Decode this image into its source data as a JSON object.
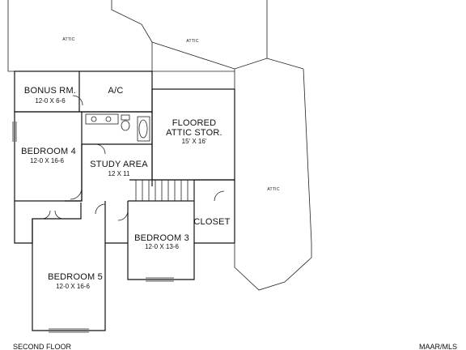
{
  "floor_label": "SECOND FLOOR",
  "watermark": "MAAR/MLS",
  "attic_labels": [
    "ATTIC",
    "ATTIC",
    "ATTIC"
  ],
  "rooms": {
    "bonus": {
      "name": "BONUS RM.",
      "dims": "12-0 X 6-6"
    },
    "ac": {
      "name": "A/C"
    },
    "bedroom4": {
      "name": "BEDROOM 4",
      "dims": "12-0 X 16-6"
    },
    "study": {
      "name": "STUDY AREA",
      "dims": "12 X 11"
    },
    "floored_attic": {
      "name_line1": "FLOORED",
      "name_line2": "ATTIC STOR.",
      "dims": "15' X 16'"
    },
    "closet": {
      "name": "CLOSET"
    },
    "bedroom3": {
      "name": "BEDROOM 3",
      "dims": "12-0 X 13-6"
    },
    "bedroom5": {
      "name": "BEDROOM 5",
      "dims": "12-0 X 16-6"
    }
  }
}
